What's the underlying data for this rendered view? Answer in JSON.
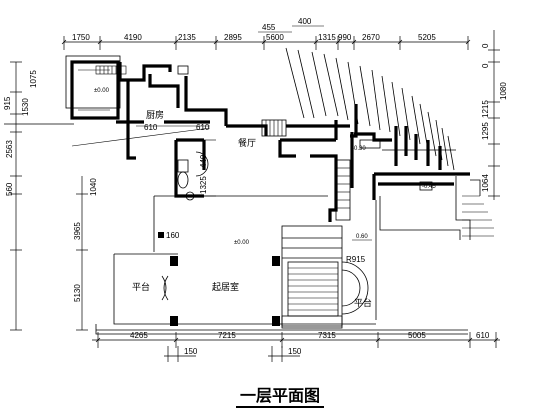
{
  "title": "一层平面图",
  "rooms": {
    "kitchen": "厨房",
    "dining": "餐厅",
    "living": "起居室",
    "terrace_left": "平台",
    "terrace_right": "平台"
  },
  "top_dims": [
    "1750",
    "4190",
    "2135",
    "2895",
    "5600",
    "1315",
    "990",
    "2670",
    "5205"
  ],
  "top_extra_dims": [
    "455",
    "400"
  ],
  "bottom_dims": [
    "4265",
    "7215",
    "7315",
    "5005",
    "610"
  ],
  "bottom_small": [
    "150",
    "150"
  ],
  "left_dims": [
    "1075",
    "915",
    "1530",
    "2563",
    "560",
    "3965",
    "5130"
  ],
  "right_dims": [
    "0",
    "0",
    "1080",
    "1215",
    "1295",
    "1064"
  ],
  "inner_labels": {
    "k610a": "610",
    "k610b": "610",
    "r1325": "1325",
    "r440": "440",
    "r1040": "1040",
    "r160": "160",
    "radius": "R915"
  },
  "elevations": {
    "e1": "±0.00",
    "e2": "-0.30",
    "e3": "±0.00",
    "e4": "-0.45",
    "e5": "0.60"
  }
}
